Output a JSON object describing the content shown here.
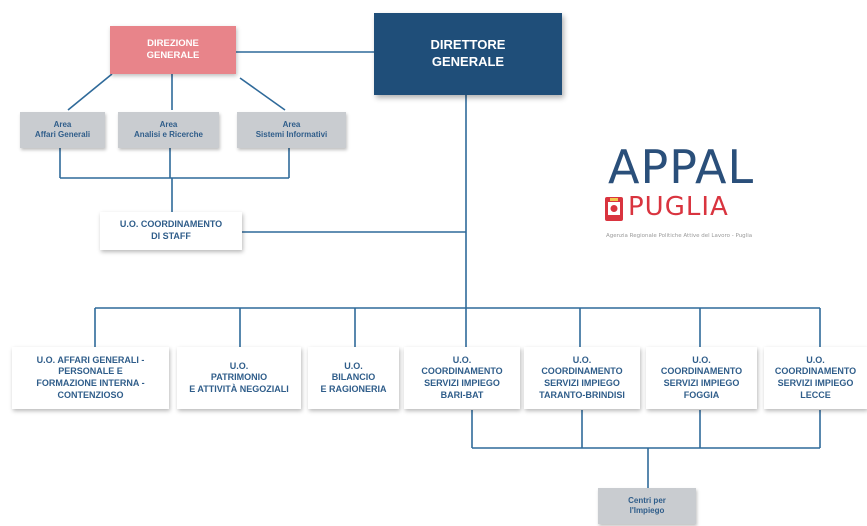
{
  "org_chart": {
    "top": {
      "direttore": "DIRETTORE\nGENERALE",
      "direzione": "DIREZIONE\nGENERALE"
    },
    "areas": [
      {
        "label": "Area\nAffari Generali"
      },
      {
        "label": "Area\nAnalisi e Ricerche"
      },
      {
        "label": "Area\nSistemi Informativi"
      }
    ],
    "staff": "U.O. COORDINAMENTO\nDI STAFF",
    "units": [
      {
        "label": "U.O. AFFARI GENERALI -\nPERSONALE E\nFORMAZIONE INTERNA -\nCONTENZIOSO"
      },
      {
        "label": "U.O.\nPATRIMONIO\nE ATTIVITÀ NEGOZIALI"
      },
      {
        "label": "U.O.\nBILANCIO\nE RAGIONERIA"
      },
      {
        "label": "U.O.\nCOORDINAMENTO\nSERVIZI IMPIEGO\nBARI-BAT"
      },
      {
        "label": "U.O.\nCOORDINAMENTO\nSERVIZI IMPIEGO\nTARANTO-BRINDISI"
      },
      {
        "label": "U.O.\nCOORDINAMENTO\nSERVIZI IMPIEGO\nFOGGIA"
      },
      {
        "label": "U.O.\nCOORDINAMENTO\nSERVIZI IMPIEGO\nLECCE"
      }
    ],
    "centri": "Centri per\nl'Impiego"
  },
  "logo": {
    "appal": "APPAL",
    "puglia": "PUGLIA",
    "tagline": "Agenzia Regionale Politiche Attive del Lavoro - Puglia"
  },
  "colors": {
    "navy": "#1f4e79",
    "pink": "#e8848a",
    "gray": "#c9ccd0",
    "line": "#2f6a9a",
    "logo_blue": "#2a4f7a",
    "logo_red": "#d9343f"
  }
}
